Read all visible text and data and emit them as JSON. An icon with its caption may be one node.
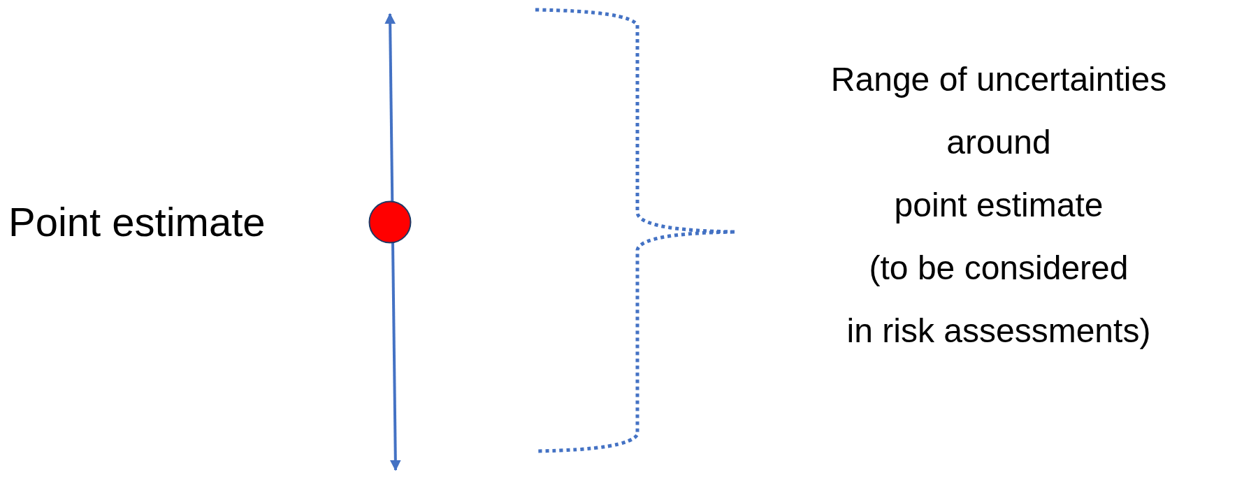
{
  "diagram": {
    "nodes": [
      {
        "text": [],
        "shape": "circle",
        "beside": [
          "Point estimate"
        ]
      }
    ],
    "labels": [
      "Range of uncertainties around point estimate (to be considered in risk assessments)"
    ]
  }
}
